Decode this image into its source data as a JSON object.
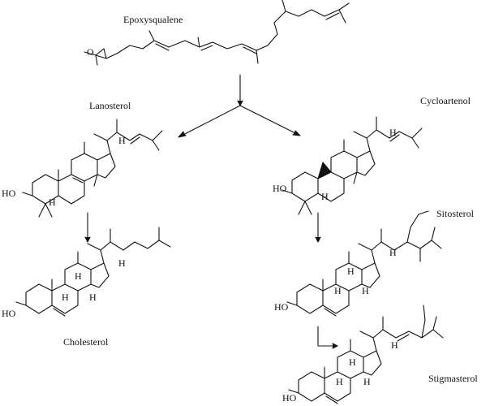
{
  "labels": {
    "epoxysqualene": "Epoxysqualene",
    "lanosterol": "Lanosterol",
    "cycloartenol": "Cycloartenol",
    "cholesterol": "Cholesterol",
    "sitosterol": "Sitosterol",
    "stigmasterol": "Stigmasterol"
  },
  "atoms": {
    "oxygen": "O",
    "hydroxyl": "HO",
    "hydrogen": "H"
  },
  "colors": {
    "bond": "#111111",
    "background": "#ffffff"
  }
}
